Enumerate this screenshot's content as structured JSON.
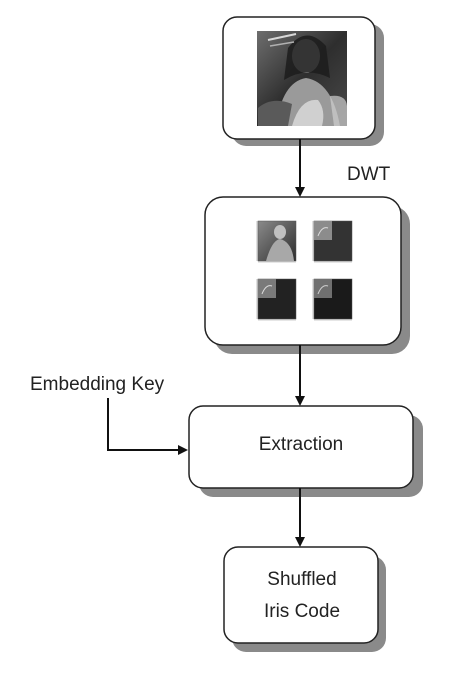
{
  "diagram": {
    "nodes": {
      "input_image": {
        "label": "",
        "content": "photograph of a seated woman wearing a head scarf (grayscale)"
      },
      "dwt_subbands": {
        "label": "",
        "content": "four DWT subband plots in a 2x2 grid"
      },
      "extraction": {
        "label": "Extraction"
      },
      "output": {
        "line1": "Shuffled",
        "line2": "Iris Code"
      }
    },
    "edges": {
      "dwt": {
        "label": "DWT"
      },
      "key": {
        "label": "Embedding Key"
      }
    },
    "colors": {
      "box_fill": "#ffffff",
      "box_stroke": "#222222",
      "shadow": "#8a8a8a",
      "arrow": "#111111",
      "text": "#222222"
    }
  }
}
